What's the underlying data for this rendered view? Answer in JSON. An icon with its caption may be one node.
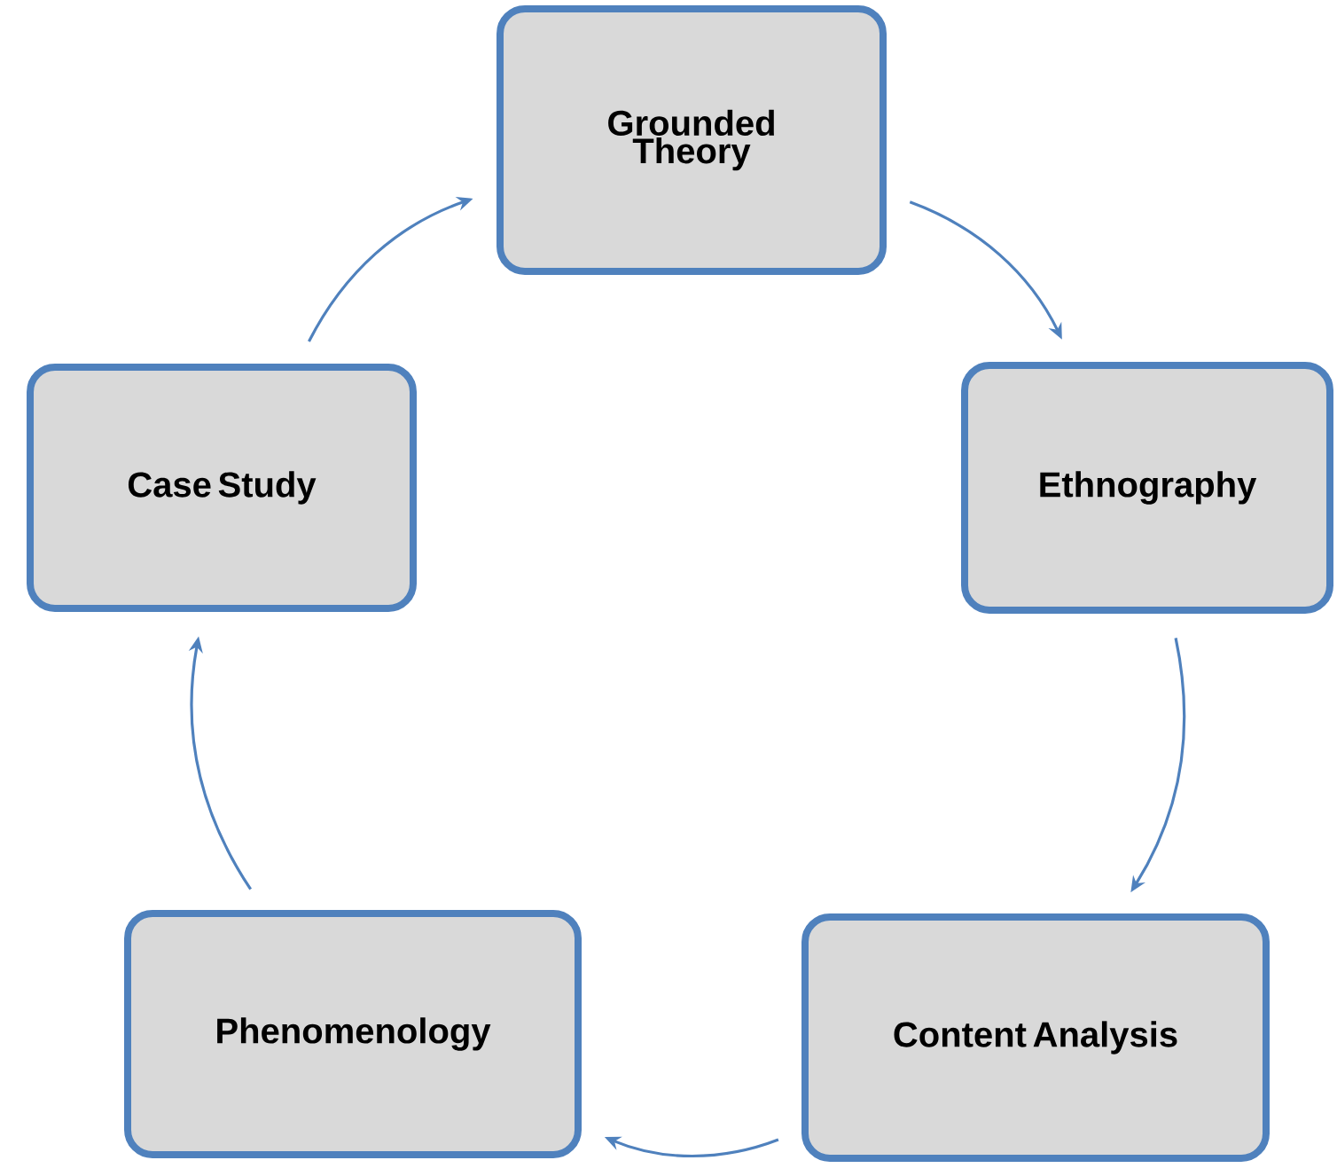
{
  "diagram": {
    "nodes": [
      {
        "text": [
          "Grounded Theory"
        ]
      },
      {
        "text": [
          "Ethnography"
        ]
      },
      {
        "text": [
          "Content Analysis"
        ]
      },
      {
        "text": [
          "Phenomenology"
        ]
      },
      {
        "text": [
          "Case Study"
        ]
      }
    ],
    "edges": [
      {
        "from": 0,
        "to": 1,
        "arrow": "to"
      },
      {
        "from": 1,
        "to": 2,
        "arrow": "to"
      },
      {
        "from": 2,
        "to": 3,
        "arrow": "to"
      },
      {
        "from": 3,
        "to": 4,
        "arrow": "to"
      },
      {
        "from": 4,
        "to": 0,
        "arrow": "to"
      }
    ]
  }
}
